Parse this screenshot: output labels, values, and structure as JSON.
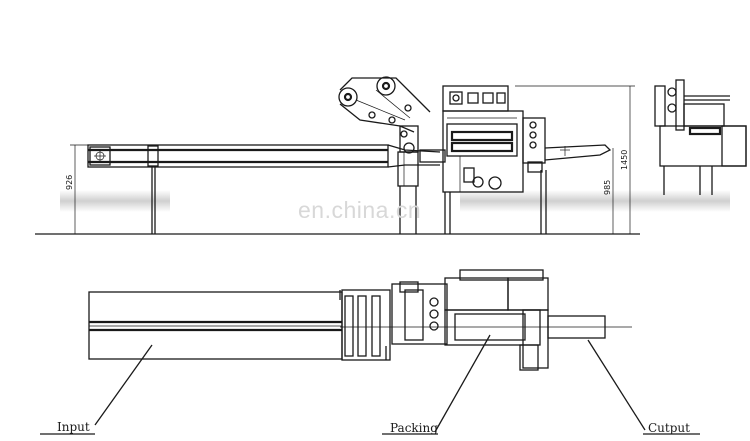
{
  "diagram": {
    "dimensions": {
      "left_height": "926",
      "mid_height": "985",
      "right_height": "1450"
    },
    "labels": {
      "input": "Input",
      "packing": "Packing",
      "output": "Cutput"
    },
    "watermark": "en.china.cn"
  }
}
